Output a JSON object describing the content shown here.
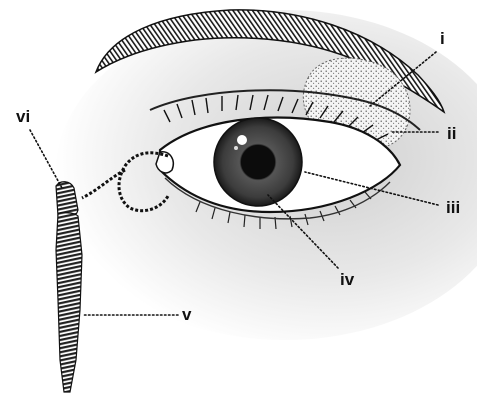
{
  "labels": {
    "i": "i",
    "ii": "ii",
    "iii": "iii",
    "iv": "iv",
    "v": "v",
    "vi": "vi"
  },
  "colors": {
    "ink": "#111111",
    "shadow": "#9a9a9a",
    "iris": "#3a3a3a"
  }
}
